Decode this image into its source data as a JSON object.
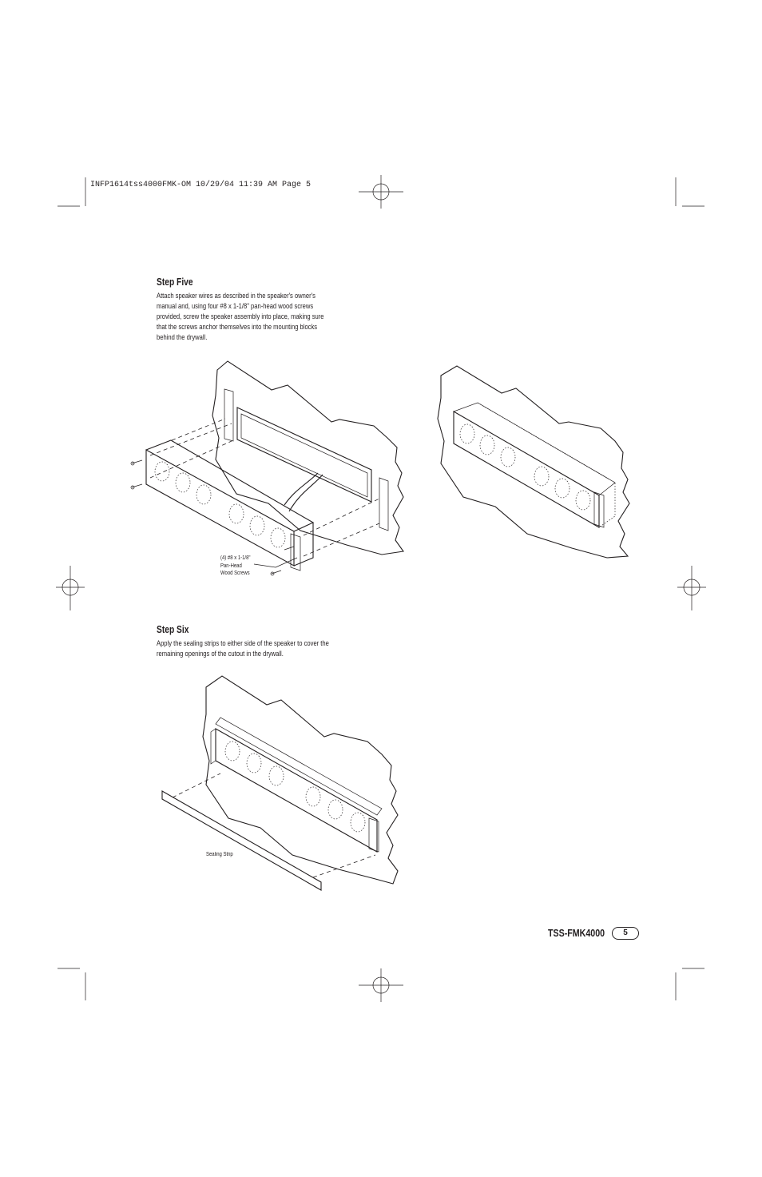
{
  "slug": "INFP1614tss4000FMK-OM  10/29/04  11:39 AM  Page 5",
  "step_five": {
    "title": "Step Five",
    "body": "Attach speaker wires as described in the speaker's owner's\nmanual and, using four #8 x 1-1/8\" pan-head wood screws\nprovided, screw the speaker assembly into place, making sure\nthat the screws anchor themselves into the mounting blocks\nbehind the drywall.",
    "callout": "(4) #8 x 1-1/8\"\nPan-Head\nWood Screws"
  },
  "step_six": {
    "title": "Step Six",
    "body": "Apply the sealing strips to either side of the speaker to cover the\nremaining openings of the cutout in the drywall.",
    "callout": "Sealing Strip"
  },
  "footer": {
    "model": "TSS-FMK4000",
    "page_number": "5"
  }
}
